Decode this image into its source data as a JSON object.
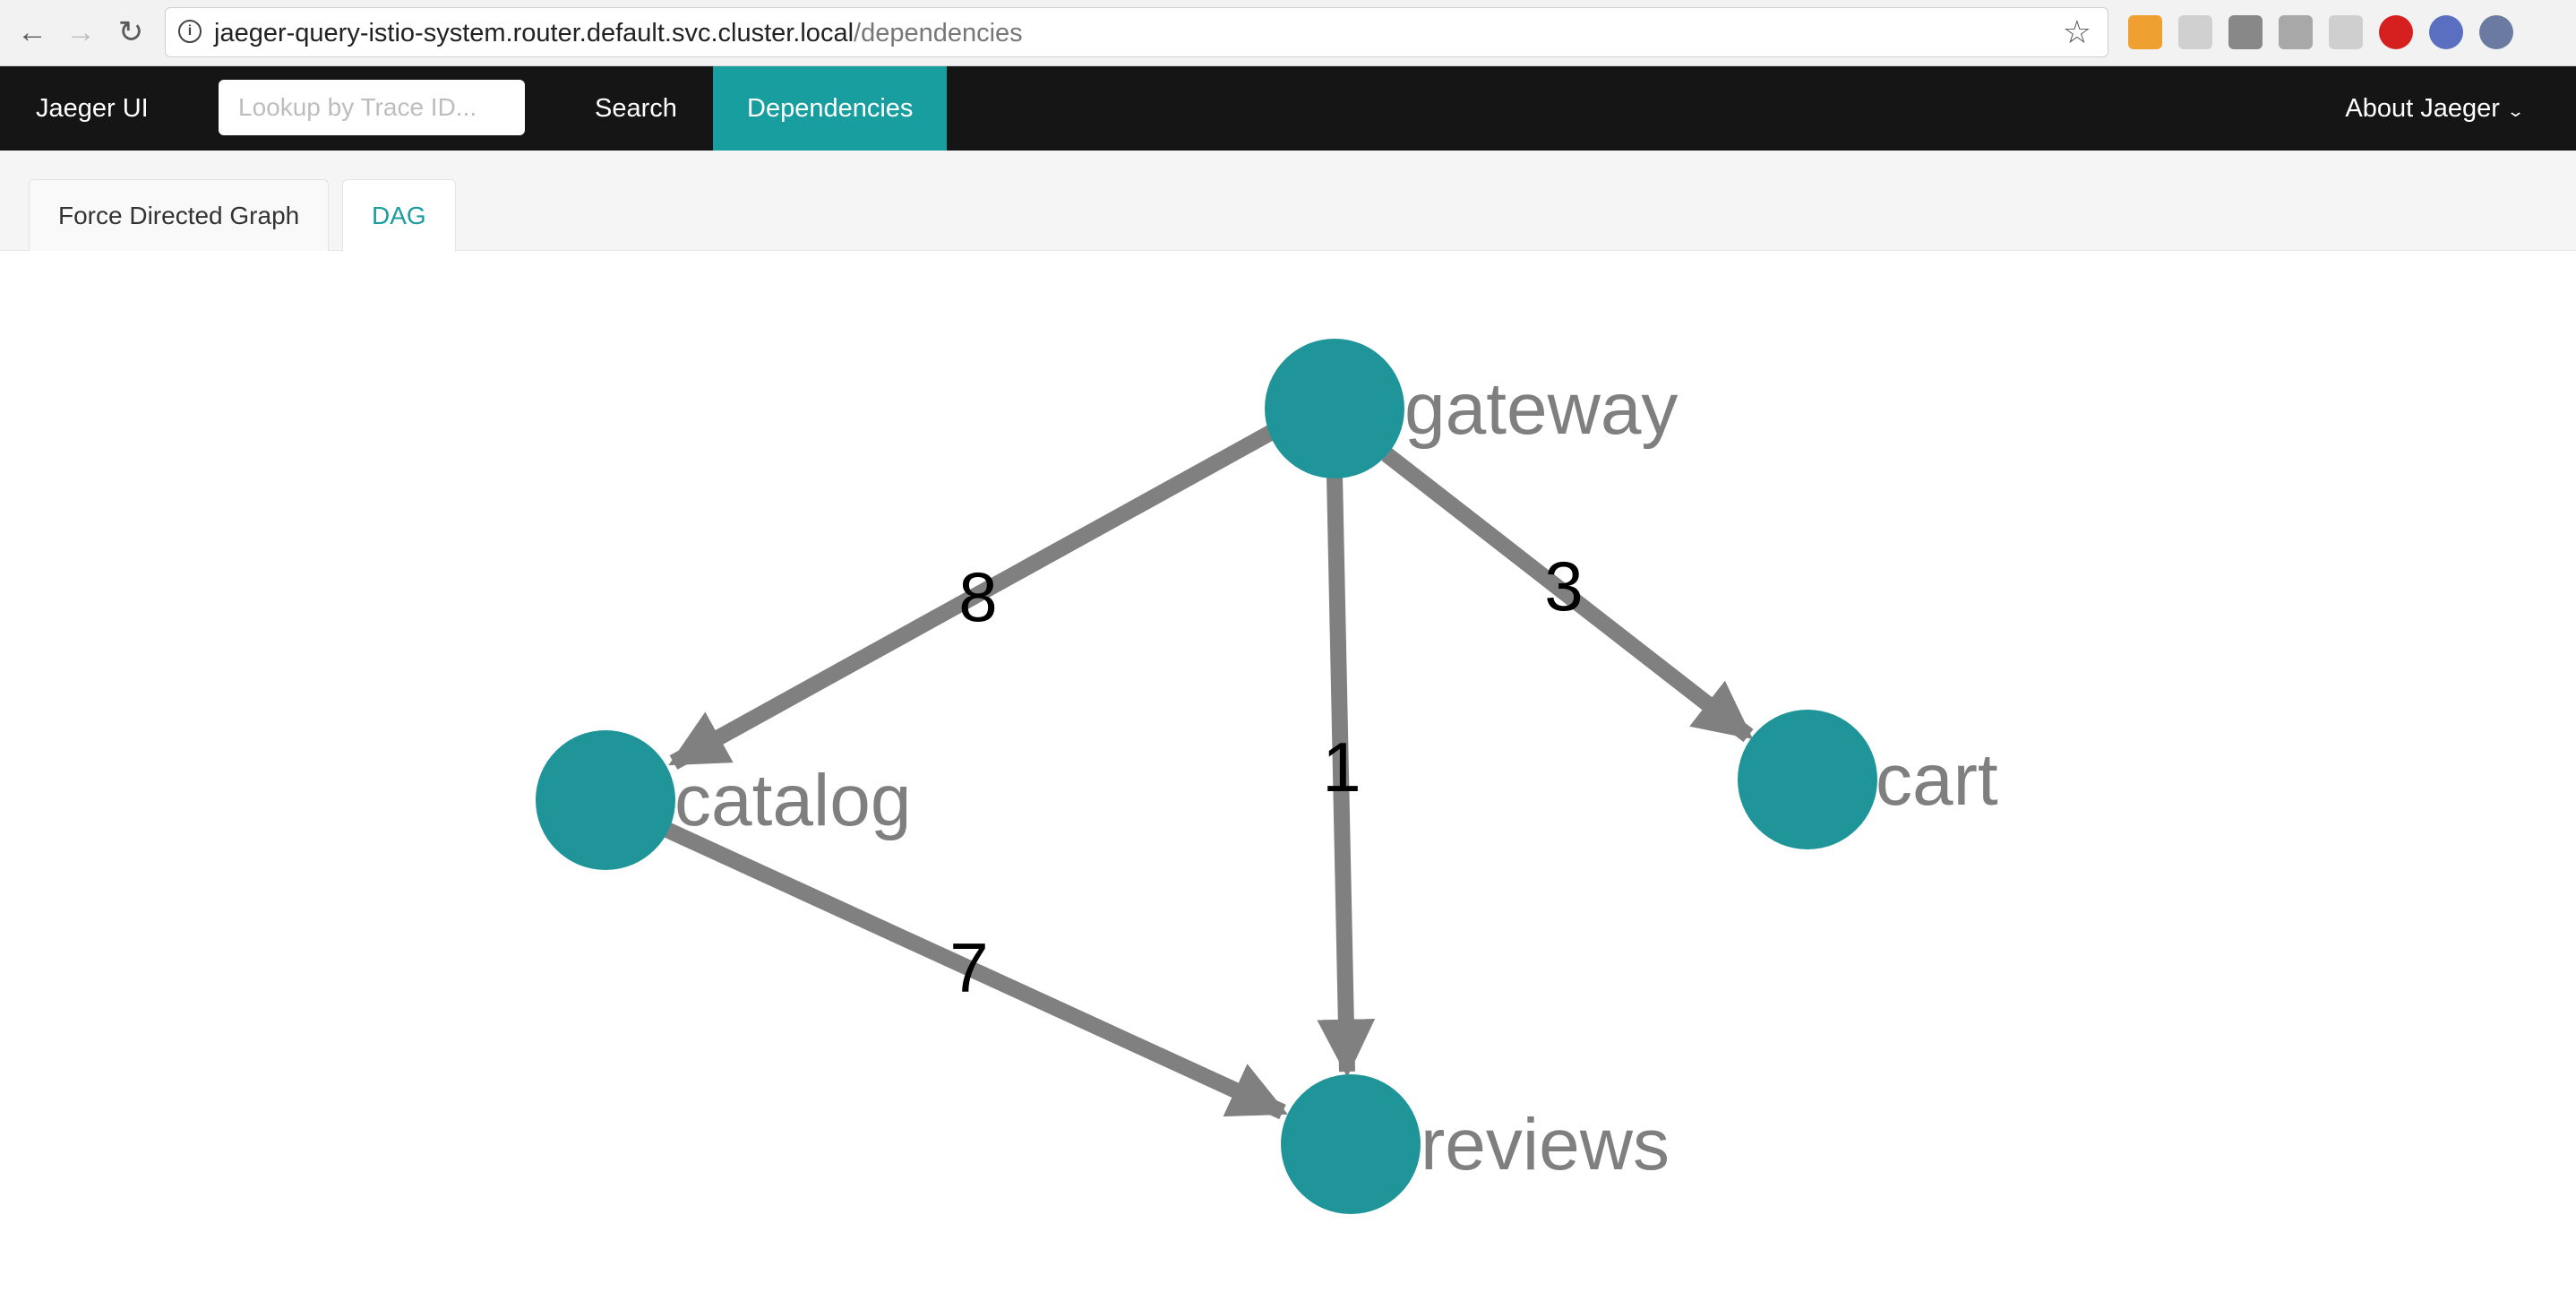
{
  "browser": {
    "url_host": "jaeger-query-istio-system.router.default.svc.cluster.local",
    "url_path": "/dependencies",
    "info_icon": "i"
  },
  "topnav": {
    "brand": "Jaeger UI",
    "lookup_placeholder": "Lookup by Trace ID...",
    "menu": [
      "Search",
      "Dependencies"
    ],
    "active_menu": "Dependencies",
    "about": "About Jaeger"
  },
  "tabs": {
    "items": [
      "Force Directed Graph",
      "DAG"
    ],
    "active": "DAG"
  },
  "graph": {
    "node_color": "#1f9599",
    "edge_color": "#808080",
    "nodes": [
      {
        "id": "gateway",
        "label": "gateway"
      },
      {
        "id": "catalog",
        "label": "catalog"
      },
      {
        "id": "cart",
        "label": "cart"
      },
      {
        "id": "reviews",
        "label": "reviews"
      }
    ],
    "edges": [
      {
        "from": "gateway",
        "to": "catalog",
        "label": "8"
      },
      {
        "from": "gateway",
        "to": "reviews",
        "label": "1"
      },
      {
        "from": "gateway",
        "to": "cart",
        "label": "3"
      },
      {
        "from": "catalog",
        "to": "reviews",
        "label": "7"
      }
    ]
  }
}
